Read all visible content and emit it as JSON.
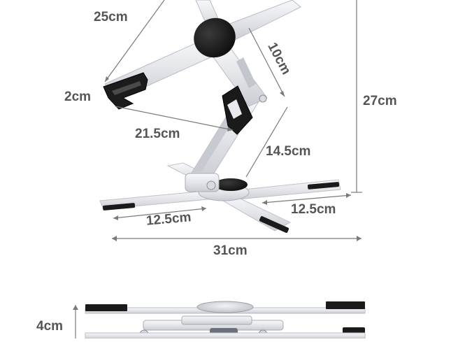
{
  "product": {
    "name": "",
    "colors": {
      "metal": "#e4e6ea",
      "pad": "#1a1a1a",
      "dimension_line": "#7a7a7a",
      "label": "#555555"
    }
  },
  "dimensions": {
    "arm_length": "25cm",
    "hook_depth": "2cm",
    "lower_arm": "10cm",
    "total_height": "27cm",
    "reach": "21.5cm",
    "column": "14.5cm",
    "leg_left": "12.5cm",
    "leg_right": "12.5cm",
    "base_width": "31cm",
    "folded_height": "4cm"
  }
}
